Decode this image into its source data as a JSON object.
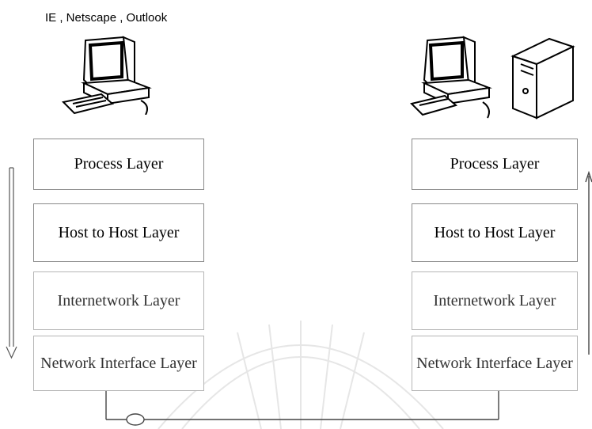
{
  "caption": "IE , Netscape , Outlook",
  "left_stack": {
    "layers": [
      "Process Layer",
      "Host to Host Layer",
      "Internetwork Layer",
      "Network Interface Layer"
    ]
  },
  "right_stack": {
    "layers": [
      "Process Layer",
      "Host to Host Layer",
      "Internetwork Layer",
      "Network Interface Layer"
    ]
  },
  "icons": {
    "client": "desktop-computer-icon",
    "server": "server-with-workstation-icon"
  }
}
